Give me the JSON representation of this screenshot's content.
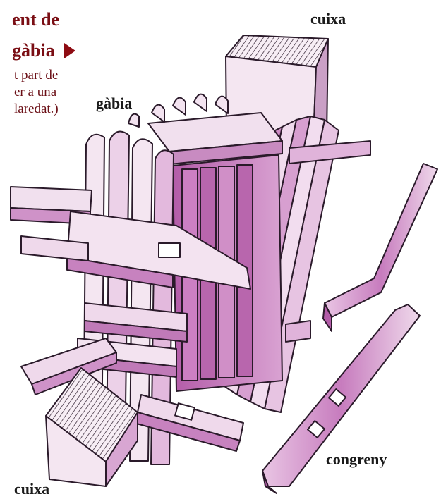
{
  "heading": {
    "line1": "ent de",
    "line2": "gàbia",
    "accent_color": "#7a0e14"
  },
  "caption": {
    "line1": "t part de",
    "line2": "er a una",
    "line3": "laredat.)"
  },
  "labels": {
    "cuixa_top": "cuixa",
    "gabia": "gàbia",
    "congreny": "congreny",
    "cuixa_bottom": "cuixa"
  },
  "colors": {
    "wood_light": "#f3e3f0",
    "wood_mid": "#d59ad0",
    "wood_dark": "#b35ca8",
    "outline": "#2a1a2a"
  }
}
